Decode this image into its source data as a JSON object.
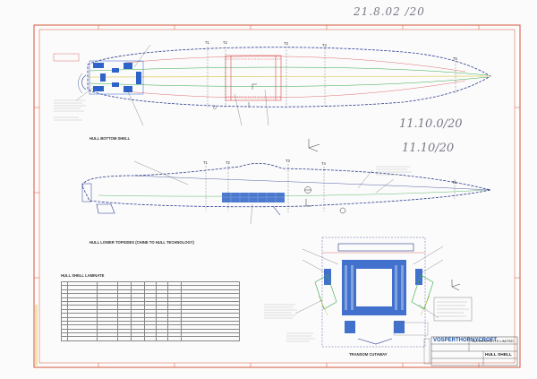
{
  "handwritten": {
    "top_note": "21.8.02 /20",
    "note_1": "11.10.0/20",
    "note_2": "11.10/20"
  },
  "views": {
    "bottom_shell": {
      "title": "HULL BOTTOM SHELL",
      "stations": [
        "T1",
        "T2",
        "T3",
        "T4",
        "T5"
      ]
    },
    "side": {
      "title": "HULL LOWER TOPSIDES (CHINE TO HULL TECHNOLOGY)",
      "stations": [
        "T1",
        "T2",
        "T3",
        "T4",
        "T5"
      ]
    },
    "transom": {
      "title": "TRANSOM CUTAWAY"
    }
  },
  "laminate": {
    "title": "HULL SHELL LAMINATE"
  },
  "title_block": {
    "company": "SUPERSPORTS LIMITED",
    "drawing_title": "HULL SHELL",
    "logo_text": "VOSPERTHORNYCROFT"
  },
  "colors": {
    "border": "#d6543a",
    "hull_outline": "#2b3a8f",
    "reinforcement": "#2e63c9",
    "red_detail": "#d84a4a",
    "yellow_line": "#d8c23a",
    "green_line": "#35a84a"
  }
}
